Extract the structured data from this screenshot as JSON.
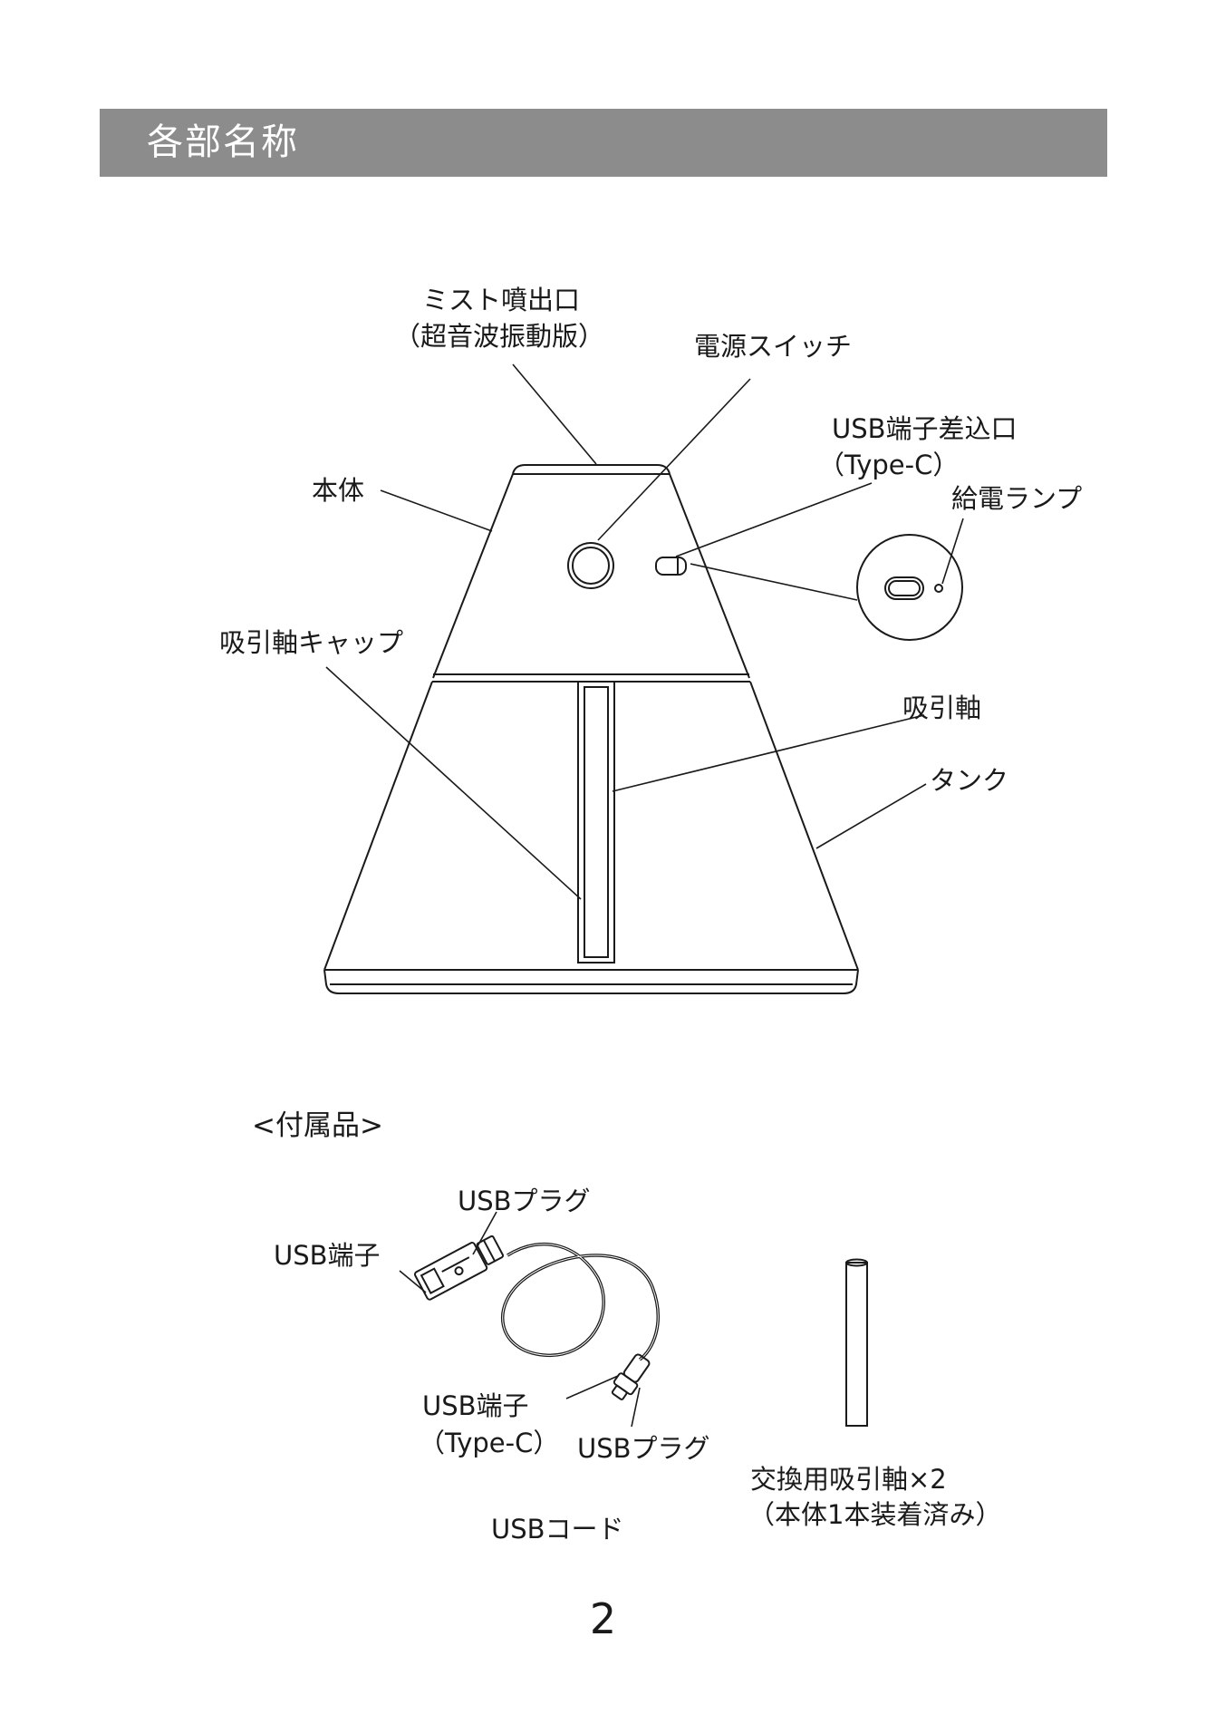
{
  "header": {
    "title": "各部名称"
  },
  "diagram": {
    "labels": {
      "mist_outlet_line1": "ミスト噴出口",
      "mist_outlet_line2": "（超音波振動版）",
      "power_switch": "電源スイッチ",
      "usb_port_line1": "USB端子差込口",
      "usb_port_line2": "（Type-C）",
      "power_lamp": "給電ランプ",
      "body": "本体",
      "wick_cap": "吸引軸キャップ",
      "wick": "吸引軸",
      "tank": "タンク"
    }
  },
  "accessories": {
    "heading": "<付属品>",
    "labels": {
      "usb_plug_top": "USBプラグ",
      "usb_terminal": "USB端子",
      "usb_terminal_typec_line1": "USB端子",
      "usb_terminal_typec_line2": "（Type-C）",
      "usb_plug_bottom": "USBプラグ",
      "usb_cord": "USBコード",
      "spare_wick_line1": "交換用吸引軸×2",
      "spare_wick_line2": "（本体1本装着済み）"
    }
  },
  "page_number": "2"
}
